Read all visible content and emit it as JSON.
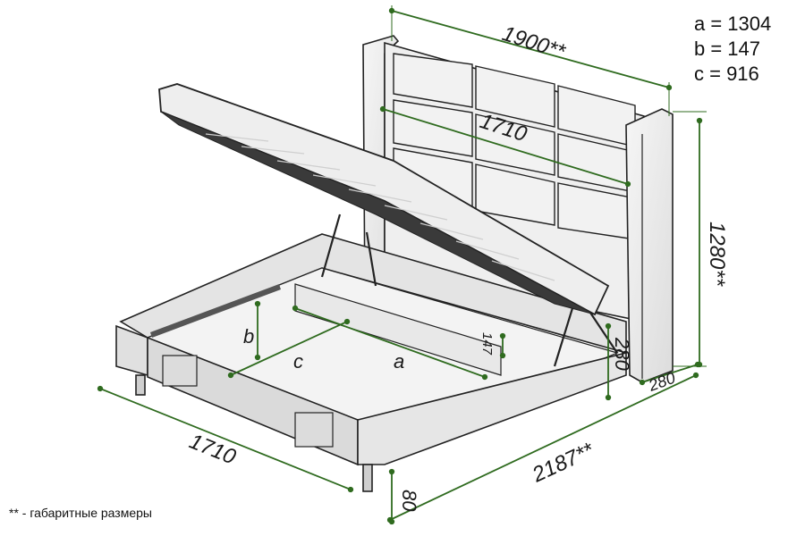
{
  "legend": {
    "a": "a = 1304",
    "b": "b = 147",
    "c": "c = 916"
  },
  "dimensions": {
    "headboard_width": "1900**",
    "inner_headboard_width": "1710",
    "headboard_height": "1280**",
    "side_height": "280",
    "post_depth": "280",
    "front_width": "1710",
    "total_length": "2187**",
    "leg_height": "80",
    "small_height": "147",
    "label_a": "a",
    "label_b": "b",
    "label_c": "c"
  },
  "note": "** - габаритные размеры",
  "colors": {
    "dimension_line": "#2f6b1f",
    "outline": "#222222",
    "panel_fill": "#ececec"
  }
}
